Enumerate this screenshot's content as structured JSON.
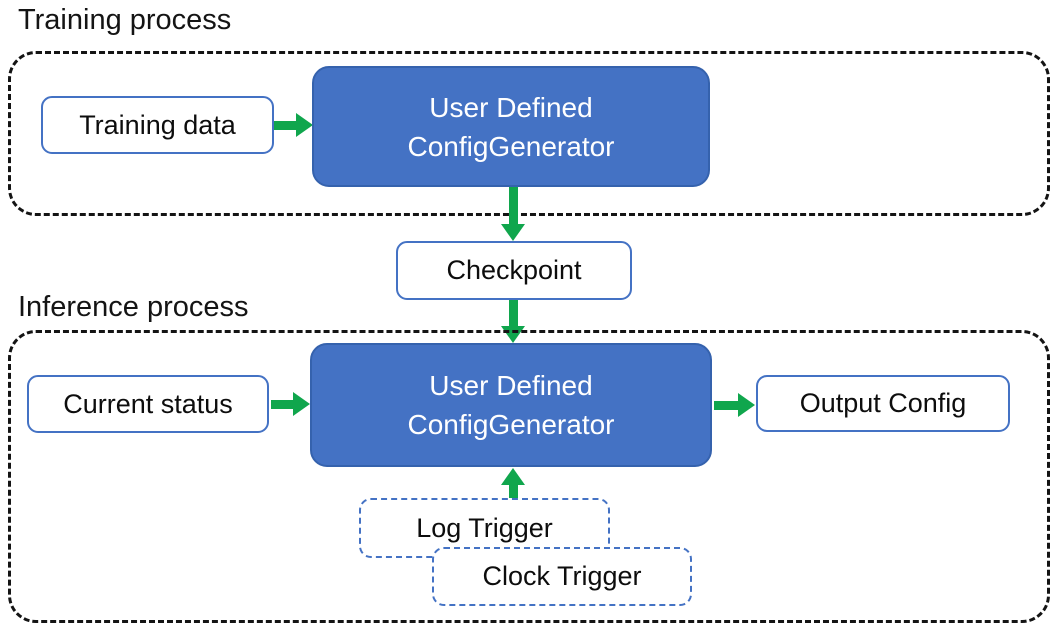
{
  "colors": {
    "generator_fill": "#4472C4",
    "generator_border": "#3562AD",
    "box_border_blue": "#4472C4",
    "arrow_green": "#10A64D",
    "frame_dash_black": "#141414",
    "text_dark": "#0d0d0d",
    "generator_text": "#ffffff",
    "box_background": "#ffffff"
  },
  "training": {
    "section_label": "Training process",
    "input_box_label": "Training data",
    "generator_line1": "User Defined",
    "generator_line2": "ConfigGenerator"
  },
  "checkpoint": {
    "label": "Checkpoint"
  },
  "inference": {
    "section_label": "Inference process",
    "input_box_label": "Current status",
    "generator_line1": "User Defined",
    "generator_line2": "ConfigGenerator",
    "output_box_label": "Output Config",
    "log_trigger_label": "Log Trigger",
    "clock_trigger_label": "Clock Trigger"
  }
}
